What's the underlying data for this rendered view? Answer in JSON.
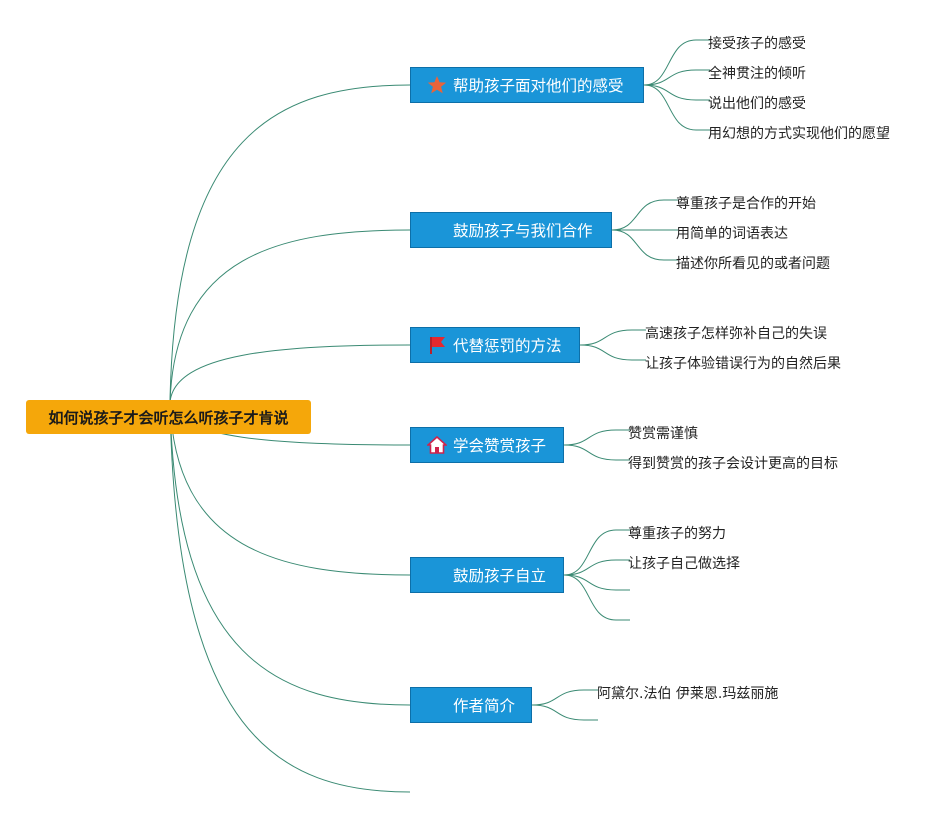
{
  "colors": {
    "root_bg": "#f5a70a",
    "branch_bg": "#1a95d8",
    "line": "#3a8a73"
  },
  "root": {
    "label": "如何说孩子才会听怎么听孩子才肯说"
  },
  "branches": [
    {
      "id": "b1",
      "label": "帮助孩子面对他们的感受",
      "icon": "star-icon",
      "leaves": [
        "接受孩子的感受",
        "全神贯注的倾听",
        "说出他们的感受",
        "用幻想的方式实现他们的愿望"
      ]
    },
    {
      "id": "b2",
      "label": "鼓励孩子与我们合作",
      "icon": "none",
      "leaves": [
        "尊重孩子是合作的开始",
        "用简单的词语表达",
        "描述你所看见的或者问题"
      ]
    },
    {
      "id": "b3",
      "label": "代替惩罚的方法",
      "icon": "flag-icon",
      "leaves": [
        "高速孩子怎样弥补自己的失误",
        "让孩子体验错误行为的自然后果"
      ]
    },
    {
      "id": "b4",
      "label": "学会赞赏孩子",
      "icon": "house-icon",
      "leaves": [
        "赞赏需谨慎",
        "得到赞赏的孩子会设计更高的目标"
      ]
    },
    {
      "id": "b5",
      "label": "鼓励孩子自立",
      "icon": "none",
      "leaves": [
        "尊重孩子的努力",
        "让孩子自己做选择",
        "",
        ""
      ]
    },
    {
      "id": "b6",
      "label": "作者简介",
      "icon": "none",
      "leaves": [
        "阿黛尔.法伯 伊莱恩.玛兹丽施",
        ""
      ]
    }
  ]
}
